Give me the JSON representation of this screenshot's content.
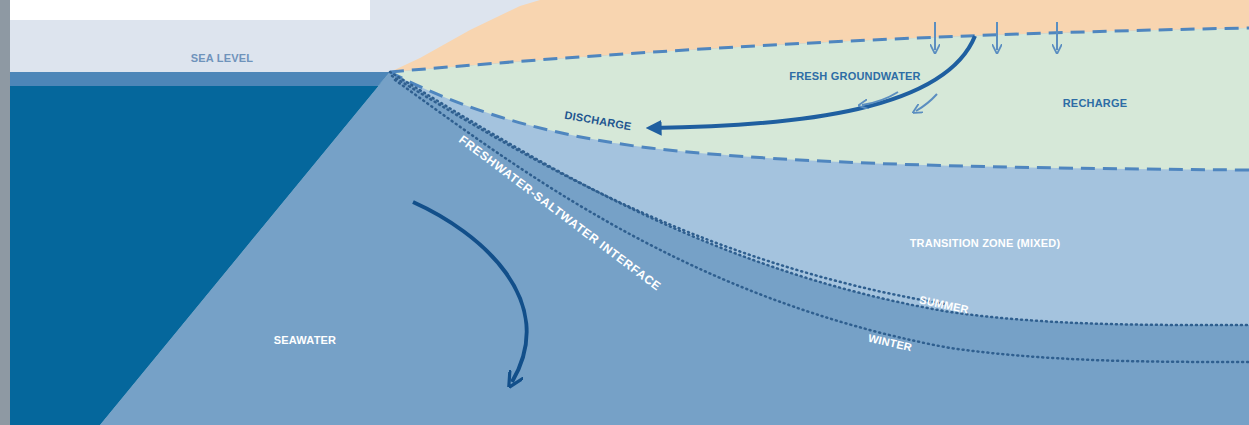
{
  "diagram": {
    "labels": [
      "SEA LEVEL",
      "FRESH GROUNDWATER",
      "RECHARGE",
      "DISCHARGE",
      "FRESHWATER-SALTWATER INTERFACE",
      "TRANSITION ZONE (MIXED)",
      "SEAWATER",
      "SUMMER",
      "WINTER"
    ]
  }
}
